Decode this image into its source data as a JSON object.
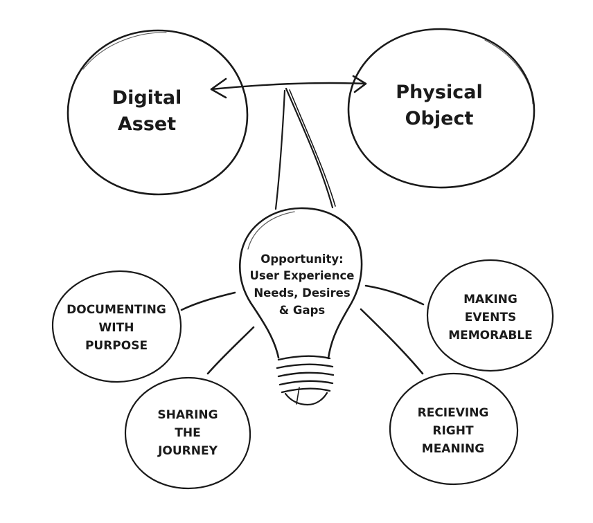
{
  "diagram": {
    "top_left_circle": {
      "line1": "Digital",
      "line2": "Asset"
    },
    "top_right_circle": {
      "line1": "Physical",
      "line2": "Object"
    },
    "bulb": {
      "line1": "Opportunity:",
      "line2": "User Experience",
      "line3": "Needs, Desires",
      "line4": "& Gaps"
    },
    "left_upper_circle": {
      "line1": "DOCUMENTING",
      "line2": "WITH",
      "line3": "PURPOSE"
    },
    "left_lower_circle": {
      "line1": "SHARING",
      "line2": "THE",
      "line3": "JOURNEY"
    },
    "right_upper_circle": {
      "line1": "MAKING",
      "line2": "EVENTS",
      "line3": "MEMORABLE"
    },
    "right_lower_circle": {
      "line1": "RECIEVING",
      "line2": "RIGHT",
      "line3": "MEANING"
    },
    "ink_color": "#1a1a1a",
    "background_color": "#ffffff"
  }
}
